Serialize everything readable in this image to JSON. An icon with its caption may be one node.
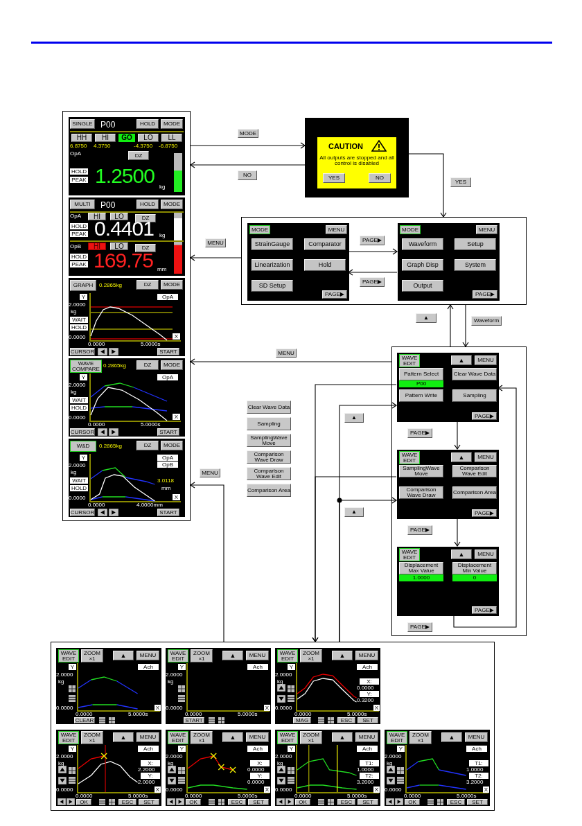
{
  "diagram": {
    "nodes": [
      {
        "text": [],
        "shape": "box"
      },
      {
        "text": [
          "SINGLE",
          "P00",
          "HOLD",
          "MODE",
          "HH",
          "HI",
          "GO",
          "LO",
          "LL",
          "6.8750",
          "4.3750",
          "-4.3750",
          "-6.8750",
          "OpA",
          "DZ",
          "HOLD",
          "PEAK",
          "1.2500",
          "kg"
        ],
        "in": 0
      },
      {
        "text": [
          "MULTI",
          "P00",
          "HOLD",
          "MODE",
          "OpA",
          "HI",
          "LO",
          "DZ",
          "HOLD",
          "PEAK",
          "0.4401",
          "kg",
          "OpB",
          "HI",
          "LO",
          "DZ",
          "HOLD",
          "PEAK",
          "169.75",
          "mm"
        ],
        "in": 0
      },
      {
        "text": [
          "GRAPH",
          "0.2865kg",
          "DZ",
          "MODE",
          "Y",
          "OpA",
          "2.0000",
          "kg",
          "WAIT",
          "HOLD",
          "0.0000",
          "X",
          "0.0000",
          "5.0000s",
          "CURSOR",
          "START"
        ],
        "in": 0
      },
      {
        "text": [
          "WAVE COMPARE",
          "0.2865kg",
          "DZ",
          "MODE",
          "Y",
          "OpA",
          "2.0000",
          "kg",
          "WAIT",
          "HOLD",
          "0.0000",
          "X",
          "0.0000",
          "5.0000s",
          "CURSOR",
          "START"
        ],
        "in": 0
      },
      {
        "text": [
          "W&D",
          "0.2865kg",
          "DZ",
          "MODE",
          "Y",
          "OpA",
          "OpB",
          "2.0000",
          "kg",
          "WAIT",
          "HOLD",
          "3.0118",
          "mm",
          "0.0000",
          "X",
          "0.0000",
          "4.0000mm",
          "CURSOR",
          "START"
        ],
        "in": 0
      },
      {
        "text": [
          "CAUTION",
          "All outputs are stopped and all control is disabled",
          "YES",
          "NO"
        ]
      },
      {
        "text": [],
        "shape": "box"
      },
      {
        "text": [
          "MODE",
          "MENU",
          "StrainGauge",
          "Comparator",
          "Linearization",
          "Hold",
          "SD Setup",
          "PAGE▶"
        ],
        "in": 7
      },
      {
        "text": [
          "MODE",
          "MENU",
          "Waveform",
          "Setup",
          "Graph Disp",
          "System",
          "Output",
          "PAGE▶"
        ],
        "in": 7
      },
      {
        "text": [],
        "shape": "box"
      },
      {
        "text": [
          "WAVE EDIT",
          "▲",
          "MENU",
          "Pattern Select",
          "P00",
          "Clear Wave Data",
          "Pattern Write",
          "Sampling",
          "PAGE▶"
        ],
        "in": 10
      },
      {
        "text": [
          "WAVE EDIT",
          "▲",
          "MENU",
          "SamplingWave Move",
          "Comparison Wave Edit",
          "Comparison Wave Draw",
          "Comparison Area",
          "PAGE▶"
        ],
        "in": 10
      },
      {
        "text": [
          "WAVE EDIT",
          "▲",
          "MENU",
          "Displacement Max Value",
          "1.0000",
          "Displacement Min Value",
          "0",
          "PAGE▶"
        ],
        "in": 10
      },
      {
        "text": [],
        "shape": "box"
      },
      {
        "text": [
          "WAVE EDIT",
          "ZOOM ×1",
          "▲",
          "MENU",
          "Y",
          "Ach",
          "2.0000",
          "kg",
          "0.0000",
          "X",
          "0.0000",
          "5.0000s",
          "CLEAR"
        ],
        "in": 14
      },
      {
        "text": [
          "WAVE EDIT",
          "ZOOM ×1",
          "▲",
          "MENU",
          "Y",
          "Ach",
          "2.0000",
          "kg",
          "0.0000",
          "X",
          "0.0000",
          "5.0000s",
          "START"
        ],
        "in": 14
      },
      {
        "text": [
          "WAVE EDIT",
          "ZOOM ×1",
          "▲",
          "MENU",
          "Y",
          "Ach",
          "2.0000",
          "kg",
          "X:",
          "0.0000",
          "Y:",
          "0.3200",
          "0.0000",
          "X",
          "0.0000",
          "5.0000s",
          "MAG",
          "ESC",
          "SET"
        ],
        "in": 14
      },
      {
        "text": [
          "WAVE EDIT",
          "ZOOM ×1",
          "▲",
          "MENU",
          "Y",
          "Ach",
          "2.0000",
          "kg",
          "X:",
          "2.2000",
          "Y:",
          "2.0000",
          "0.0000",
          "X",
          "0.0000",
          "5.0000s",
          "OK",
          "ESC",
          "SET"
        ],
        "in": 14
      },
      {
        "text": [
          "WAVE EDIT",
          "ZOOM ×1",
          "▲",
          "MENU",
          "Y",
          "Ach",
          "2.0000",
          "kg",
          "X:",
          "0.0000",
          "Y:",
          "0.0000",
          "0.0000",
          "X",
          "0.0000",
          "5.0000s",
          "OK",
          "ESC",
          "SET"
        ],
        "in": 14
      },
      {
        "text": [
          "WAVE EDIT",
          "ZOOM ×1",
          "▲",
          "MENU",
          "Y",
          "Ach",
          "2.0000",
          "kg",
          "T1:",
          "1.0000",
          "T2:",
          "3.2000",
          "0.0000",
          "X",
          "0.0000",
          "5.0000s",
          "OK",
          "ESC",
          "SET"
        ],
        "in": 14
      },
      {
        "text": [
          "WAVE EDIT",
          "ZOOM ×1",
          "▲",
          "MENU",
          "Y",
          "Ach",
          "2.0000",
          "kg",
          "T1:",
          "1.0000",
          "T2:",
          "3.2000",
          "0.0000",
          "X",
          "0.0000",
          "5.0000s",
          "OK",
          "ESC",
          "SET"
        ],
        "in": 14
      }
    ],
    "edges": [
      {
        "from": 0,
        "to": 6,
        "arrow": "to",
        "label": "MODE"
      },
      {
        "from": 6,
        "to": 0,
        "arrow": "to",
        "label": "NO"
      },
      {
        "from": 6,
        "to": 7,
        "arrow": "to",
        "label": "YES"
      },
      {
        "from": 7,
        "to": 0,
        "arrow": "to",
        "label": "MENU"
      },
      {
        "from": 8,
        "to": 9,
        "arrow": "to",
        "label": "PAGE▶"
      },
      {
        "from": 9,
        "to": 8,
        "arrow": "to",
        "label": "PAGE▶"
      },
      {
        "from": 10,
        "to": 7,
        "arrow": "to",
        "label": "▲"
      },
      {
        "from": 7,
        "to": 10,
        "arrow": "to",
        "label": "Waveform"
      },
      {
        "from": 10,
        "to": 0,
        "arrow": "to",
        "label": "MENU"
      },
      {
        "from": 11,
        "to": 14,
        "arrow": "to"
      },
      {
        "from": 12,
        "to": 14,
        "arrow": "to"
      },
      {
        "from": 14,
        "to": 11,
        "arrow": "to",
        "label": "▲"
      },
      {
        "from": 14,
        "to": 12,
        "arrow": "to",
        "label": "▲"
      },
      {
        "from": 14,
        "to": 0,
        "arrow": "to",
        "label": "MENU"
      },
      {
        "from": 11,
        "to": 12,
        "arrow": "to",
        "label": "PAGE▶"
      },
      {
        "from": 12,
        "to": 13,
        "arrow": "to",
        "label": "PAGE▶"
      },
      {
        "from": 13,
        "to": 11,
        "arrow": "to",
        "label": "PAGE▶"
      }
    ],
    "labels": [
      "Clear Wave Data",
      "Sampling",
      "SamplingWave Move",
      "Comparison Wave Draw",
      "Comparison Wave Edit",
      "Comparison Area"
    ]
  }
}
